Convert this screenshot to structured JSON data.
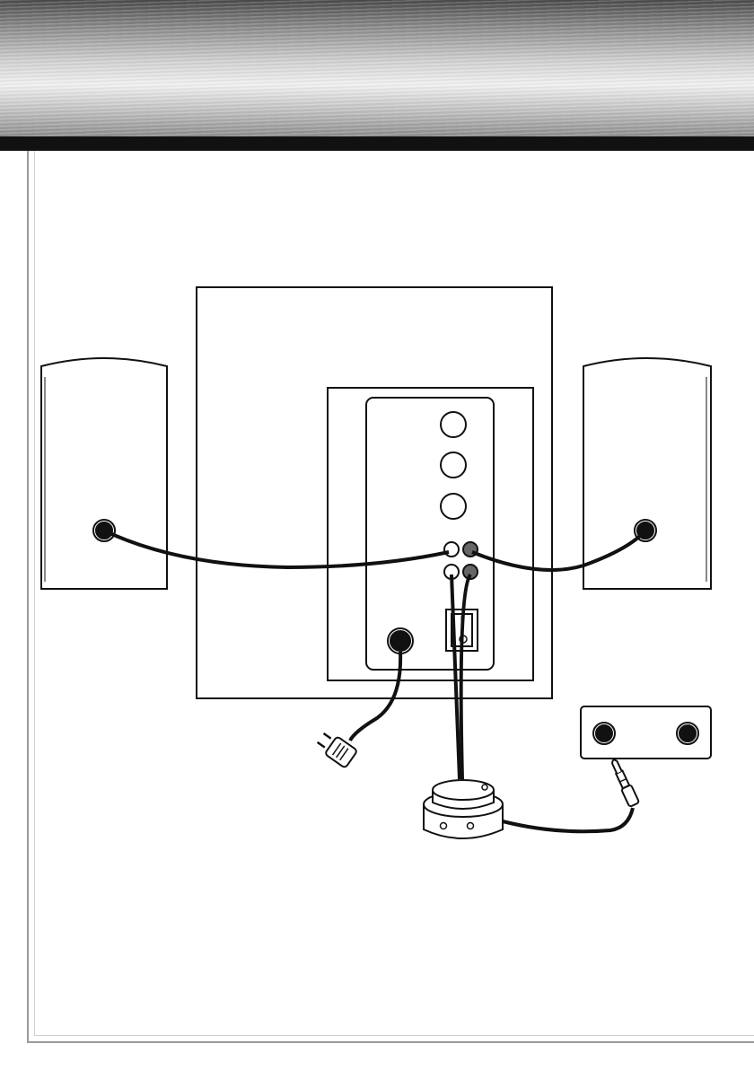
{
  "header": {
    "bar_color": "#111111",
    "banner_style": "brushed-metal"
  },
  "diagram": {
    "components": {
      "left_speaker": {
        "icon": "speaker-box"
      },
      "right_speaker": {
        "icon": "speaker-box"
      },
      "subwoofer": {
        "icon": "subwoofer-back-panel"
      },
      "control_panel": {
        "knobs": 3,
        "jacks": 4
      },
      "power_switch": {
        "on_symbol": "I",
        "off_symbol": "O"
      },
      "power_plug": {
        "icon": "mains-plug-icon"
      },
      "volume_control": {
        "icon": "volume-knob-icon"
      },
      "audio_source": {
        "icon": "sound-card-output-icon",
        "jacks": 2
      },
      "audio_plug": {
        "icon": "jack-plug-icon"
      }
    },
    "colors": {
      "line": "#111111",
      "jack_dark": "#666666",
      "background": "#ffffff"
    }
  }
}
